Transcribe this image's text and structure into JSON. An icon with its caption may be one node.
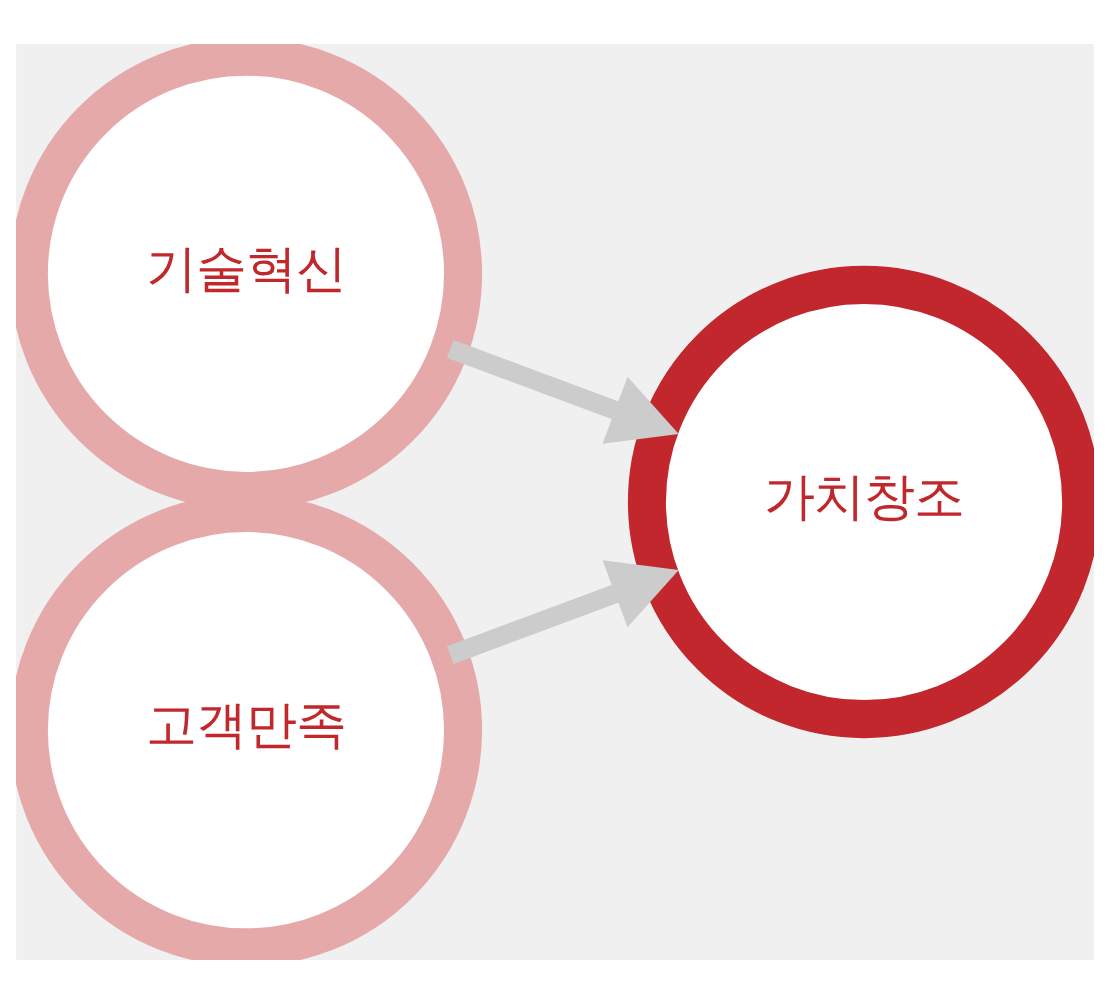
{
  "diagram": {
    "nodes": [
      {
        "text": [
          "기술혁신"
        ]
      },
      {
        "text": [
          "고객만족"
        ]
      },
      {
        "text": [
          "가치창조"
        ]
      }
    ],
    "edges": [
      {
        "from": 0,
        "to": 2,
        "arrow": "to"
      },
      {
        "from": 1,
        "to": 2,
        "arrow": "to"
      }
    ]
  }
}
